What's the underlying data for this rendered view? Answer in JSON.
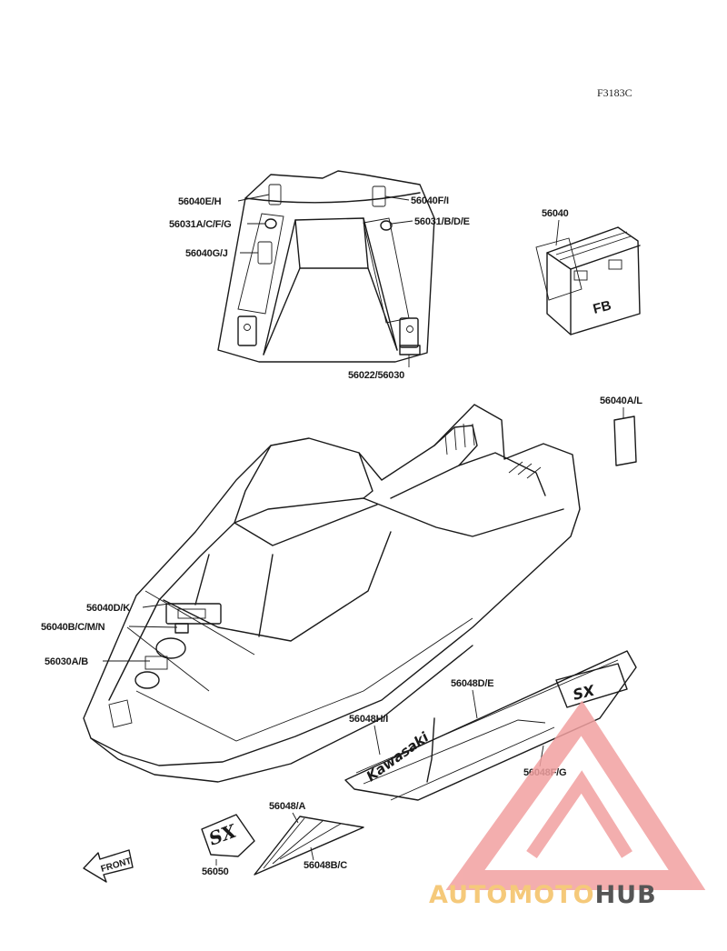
{
  "figure_code": "F3183C",
  "labels": {
    "deck_left_top": "56040E/H",
    "deck_left_mid": "56031A/C/F/G",
    "deck_left_low": "56040G/J",
    "deck_right_top": "56040F/I",
    "deck_right_mid": "56031/B/D/E",
    "deck_bottom": "56022/56030",
    "battery": "56040",
    "tag": "56040A/L",
    "hull_d_k": "56040D/K",
    "hull_b_c_m_n": "56040B/C/M/N",
    "hull_a_b": "56030A/B",
    "side_d_e": "56048D/E",
    "side_h_i": "56048H/I",
    "side_f_g": "56048F/G",
    "stripe_a": "56048/A",
    "stripe_b_c": "56048B/C",
    "sx_logo": "56050"
  },
  "graphics_text": {
    "battery_brand": "FB",
    "side_brand": "Kawasaki",
    "sx_text": "SX",
    "arrow_text": "FRONT"
  },
  "watermark": {
    "word_part1": "AUTOMOTO",
    "word_part2": "HUB",
    "color_primary": "#f2a0a0",
    "color_secondary": "#f5c97a",
    "color_dark": "#555555"
  }
}
